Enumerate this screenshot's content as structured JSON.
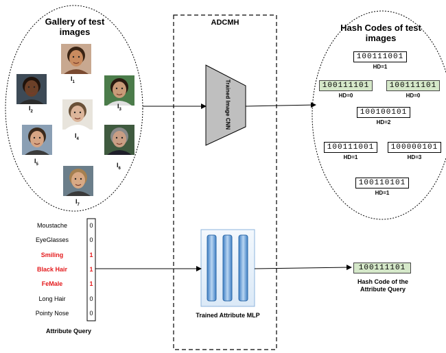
{
  "gallery": {
    "title": "Gallery of test images",
    "faces": [
      {
        "label": "I",
        "sub": "1",
        "skin": "#c98b5f",
        "hair": "#3a2414",
        "bg": "#c8a890",
        "shirt": "#7a4a30"
      },
      {
        "label": "I",
        "sub": "2",
        "skin": "#6b4028",
        "hair": "#20130b",
        "bg": "#3d4a56",
        "shirt": "#2b2b2b"
      },
      {
        "label": "I",
        "sub": "3",
        "skin": "#c99b78",
        "hair": "#2a1a10",
        "bg": "#4b7c4a",
        "shirt": "#e0e0e0"
      },
      {
        "label": "I",
        "sub": "4",
        "skin": "#dcb59a",
        "hair": "#6a5138",
        "bg": "#e8e4dc",
        "shirt": "#ffffff"
      },
      {
        "label": "I",
        "sub": "5",
        "skin": "#d6a584",
        "hair": "#3b2a1c",
        "bg": "#8a9fb4",
        "shirt": "#3b3b3b"
      },
      {
        "label": "I",
        "sub": "6",
        "skin": "#c99e84",
        "hair": "#8a8a8a",
        "bg": "#3f5a3f",
        "shirt": "#1f1f2a"
      },
      {
        "label": "I",
        "sub": "7",
        "skin": "#d8a985",
        "hair": "#a58050",
        "bg": "#6b7e8a",
        "shirt": "#3a3a3a"
      }
    ]
  },
  "adcmh": {
    "title": "ADCMH",
    "cnn_label": "Trained Image CNN",
    "mlp_label": "Trained Attribute MLP"
  },
  "hash_codes": {
    "title": "Hash Codes of test images",
    "codes": [
      {
        "code": "100111001",
        "hd": "HD=1",
        "highlight": false
      },
      {
        "code": "100111101",
        "hd": "HD=0",
        "highlight": true
      },
      {
        "code": "100111101",
        "hd": "HD=0",
        "highlight": true
      },
      {
        "code": "100100101",
        "hd": "HD=2",
        "highlight": false
      },
      {
        "code": "100111001",
        "hd": "HD=1",
        "highlight": false
      },
      {
        "code": "100000101",
        "hd": "HD=3",
        "highlight": false
      },
      {
        "code": "100110101",
        "hd": "HD=1",
        "highlight": false
      }
    ]
  },
  "attribute_query": {
    "title": "Attribute Query",
    "items": [
      {
        "name": "Moustache",
        "value": "0",
        "active": false
      },
      {
        "name": "EyeGlasses",
        "value": "0",
        "active": false
      },
      {
        "name": "Smiling",
        "value": "1",
        "active": true
      },
      {
        "name": "Black Hair",
        "value": "1",
        "active": true
      },
      {
        "name": "FeMale",
        "value": "1",
        "active": true
      },
      {
        "name": "Long Hair",
        "value": "0",
        "active": false
      },
      {
        "name": "Pointy Nose",
        "value": "0",
        "active": false
      }
    ]
  },
  "query_hash": {
    "code": "100111101",
    "title": "Hash Code of the Attribute Query"
  },
  "colors": {
    "highlight_green": "#d5e8c9",
    "active_red": "#e41a1c",
    "mlp_blue": "#5b9bd5",
    "cnn_gray": "#bfbfbf"
  }
}
